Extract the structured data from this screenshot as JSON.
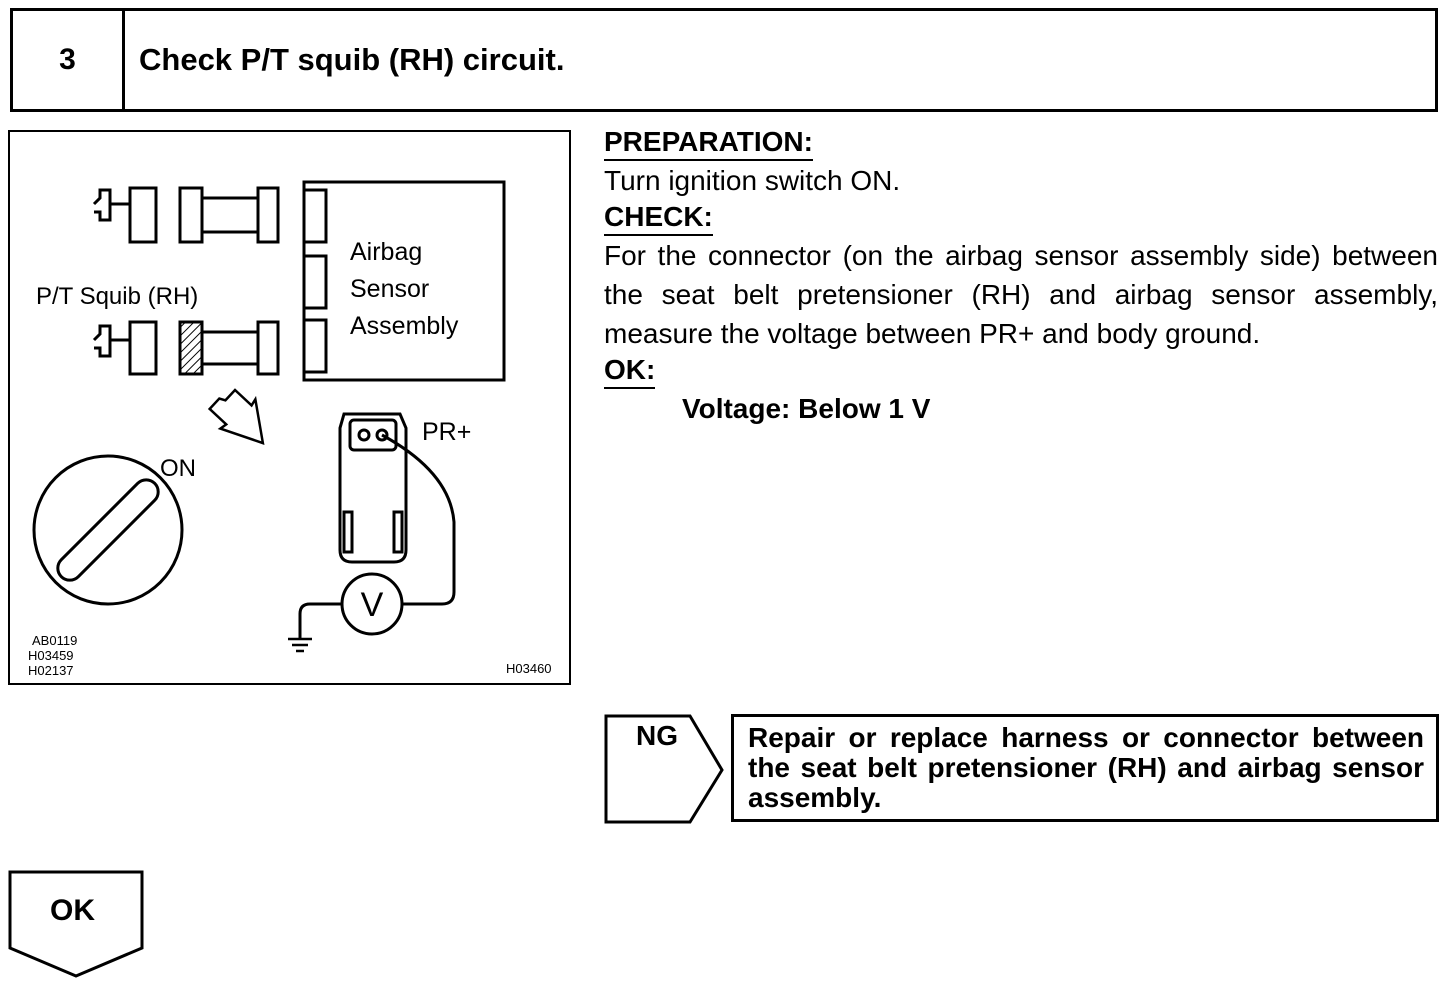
{
  "step": {
    "number": "3",
    "title": "Check P/T squib (RH) circuit."
  },
  "figure": {
    "squib_label": "P/T Squib (RH)",
    "sensor_label_1": "Airbag",
    "sensor_label_2": "Sensor",
    "sensor_label_3": "Assembly",
    "ignition_label": "ON",
    "terminal_label": "PR+",
    "voltmeter_symbol": "V",
    "ref_code_1": "AB0119",
    "ref_code_2": "H03459",
    "ref_code_3": "H02137",
    "figure_code": "H03460"
  },
  "instructions": {
    "preparation_heading": "PREPARATION:",
    "preparation_text": "Turn ignition switch ON.",
    "check_heading": "CHECK:",
    "check_text": "For the connector (on the airbag sensor assembly side) between the seat belt pretensioner (RH) and airbag sensor assembly, measure the voltage between PR+ and body ground.",
    "ok_heading": "OK:",
    "ok_spec": "Voltage: Below 1 V"
  },
  "ng_branch": {
    "label": "NG",
    "action": "Repair or replace harness or connector between the seat belt pretensioner (RH) and airbag sensor assembly."
  },
  "ok_branch": {
    "label": "OK"
  }
}
